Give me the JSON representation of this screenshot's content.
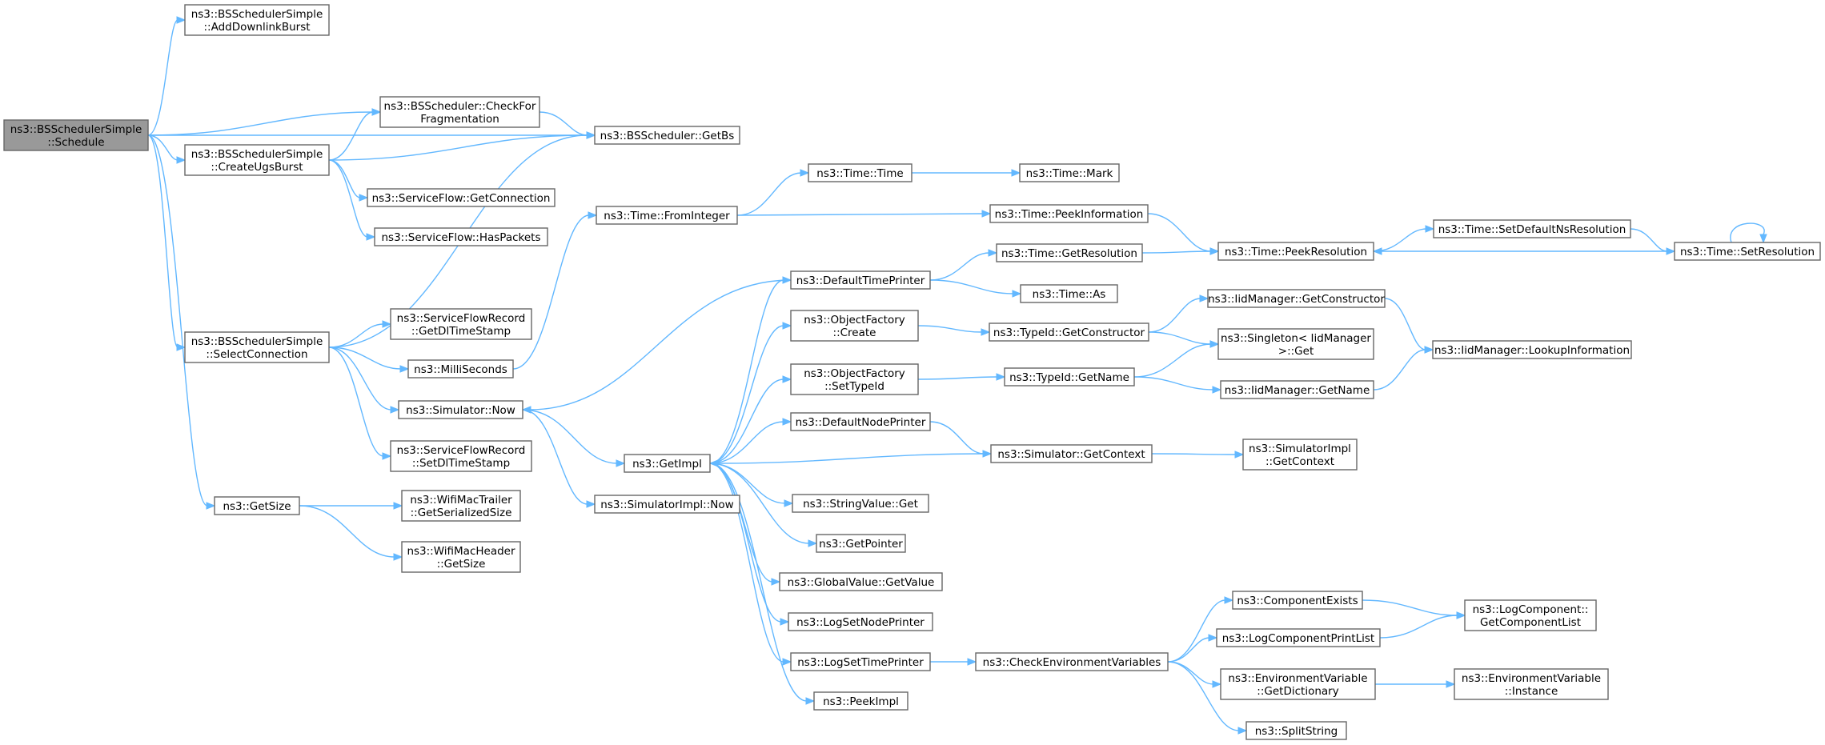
{
  "nodes": [
    {
      "id": "schedule",
      "lines": [
        "ns3::BSSchedulerSimple",
        "::Schedule"
      ],
      "root": true
    },
    {
      "id": "addDownlinkBurst",
      "lines": [
        "ns3::BSSchedulerSimple",
        "::AddDownlinkBurst"
      ]
    },
    {
      "id": "checkForFrag",
      "lines": [
        "ns3::BSScheduler::CheckFor",
        "Fragmentation"
      ]
    },
    {
      "id": "getBs",
      "lines": [
        "ns3::BSScheduler::GetBs"
      ]
    },
    {
      "id": "createUgsBurst",
      "lines": [
        "ns3::BSSchedulerSimple",
        "::CreateUgsBurst"
      ]
    },
    {
      "id": "sfGetConnection",
      "lines": [
        "ns3::ServiceFlow::GetConnection"
      ]
    },
    {
      "id": "sfHasPackets",
      "lines": [
        "ns3::ServiceFlow::HasPackets"
      ]
    },
    {
      "id": "selectConnection",
      "lines": [
        "ns3::BSSchedulerSimple",
        "::SelectConnection"
      ]
    },
    {
      "id": "sfrGetDl",
      "lines": [
        "ns3::ServiceFlowRecord",
        "::GetDlTimeStamp"
      ]
    },
    {
      "id": "milliSeconds",
      "lines": [
        "ns3::MilliSeconds"
      ]
    },
    {
      "id": "simNow",
      "lines": [
        "ns3::Simulator::Now"
      ]
    },
    {
      "id": "sfrSetDl",
      "lines": [
        "ns3::ServiceFlowRecord",
        "::SetDlTimeStamp"
      ]
    },
    {
      "id": "getSize",
      "lines": [
        "ns3::GetSize"
      ]
    },
    {
      "id": "trailerSize",
      "lines": [
        "ns3::WifiMacTrailer",
        "::GetSerializedSize"
      ]
    },
    {
      "id": "headerSize",
      "lines": [
        "ns3::WifiMacHeader",
        "::GetSize"
      ]
    },
    {
      "id": "fromInteger",
      "lines": [
        "ns3::Time::FromInteger"
      ]
    },
    {
      "id": "getImpl",
      "lines": [
        "ns3::GetImpl"
      ]
    },
    {
      "id": "simImplNow",
      "lines": [
        "ns3::SimulatorImpl::Now"
      ]
    },
    {
      "id": "timeTime",
      "lines": [
        "ns3::Time::Time"
      ]
    },
    {
      "id": "timeMark",
      "lines": [
        "ns3::Time::Mark"
      ]
    },
    {
      "id": "peekInformation",
      "lines": [
        "ns3::Time::PeekInformation"
      ]
    },
    {
      "id": "peekResolution",
      "lines": [
        "ns3::Time::PeekResolution"
      ]
    },
    {
      "id": "setDefaultNsRes",
      "lines": [
        "ns3::Time::SetDefaultNsResolution"
      ]
    },
    {
      "id": "setResolution",
      "lines": [
        "ns3::Time::SetResolution"
      ]
    },
    {
      "id": "defaultTimePrinter",
      "lines": [
        "ns3::DefaultTimePrinter"
      ]
    },
    {
      "id": "getResolution",
      "lines": [
        "ns3::Time::GetResolution"
      ]
    },
    {
      "id": "timeAs",
      "lines": [
        "ns3::Time::As"
      ]
    },
    {
      "id": "ofCreate",
      "lines": [
        "ns3::ObjectFactory",
        "::Create"
      ]
    },
    {
      "id": "tidGetConstructor",
      "lines": [
        "ns3::TypeId::GetConstructor"
      ]
    },
    {
      "id": "iidGetConstructor",
      "lines": [
        "ns3::IidManager::GetConstructor"
      ]
    },
    {
      "id": "singletonGet",
      "lines": [
        "ns3::Singleton< IidManager",
        ">::Get"
      ]
    },
    {
      "id": "lookupInformation",
      "lines": [
        "ns3::IidManager::LookupInformation"
      ]
    },
    {
      "id": "ofSetTypeId",
      "lines": [
        "ns3::ObjectFactory",
        "::SetTypeId"
      ]
    },
    {
      "id": "tidGetName",
      "lines": [
        "ns3::TypeId::GetName"
      ]
    },
    {
      "id": "iidGetName",
      "lines": [
        "ns3::IidManager::GetName"
      ]
    },
    {
      "id": "defaultNodePrinter",
      "lines": [
        "ns3::DefaultNodePrinter"
      ]
    },
    {
      "id": "simGetContext",
      "lines": [
        "ns3::Simulator::GetContext"
      ]
    },
    {
      "id": "simImplGetContext",
      "lines": [
        "ns3::SimulatorImpl",
        "::GetContext"
      ]
    },
    {
      "id": "stringValueGet",
      "lines": [
        "ns3::StringValue::Get"
      ]
    },
    {
      "id": "getPointer",
      "lines": [
        "ns3::GetPointer"
      ]
    },
    {
      "id": "gvGetValue",
      "lines": [
        "ns3::GlobalValue::GetValue"
      ]
    },
    {
      "id": "logSetNodePrinter",
      "lines": [
        "ns3::LogSetNodePrinter"
      ]
    },
    {
      "id": "logSetTimePrinter",
      "lines": [
        "ns3::LogSetTimePrinter"
      ]
    },
    {
      "id": "peekImpl",
      "lines": [
        "ns3::PeekImpl"
      ]
    },
    {
      "id": "checkEnvVars",
      "lines": [
        "ns3::CheckEnvironmentVariables"
      ]
    },
    {
      "id": "componentExists",
      "lines": [
        "ns3::ComponentExists"
      ]
    },
    {
      "id": "logComponentPrintList",
      "lines": [
        "ns3::LogComponentPrintList"
      ]
    },
    {
      "id": "getComponentList",
      "lines": [
        "ns3::LogComponent::",
        "GetComponentList"
      ]
    },
    {
      "id": "envGetDictionary",
      "lines": [
        "ns3::EnvironmentVariable",
        "::GetDictionary"
      ]
    },
    {
      "id": "envInstance",
      "lines": [
        "ns3::EnvironmentVariable",
        "::Instance"
      ]
    },
    {
      "id": "splitString",
      "lines": [
        "ns3::SplitString"
      ]
    }
  ],
  "edges": [
    [
      "schedule",
      "addDownlinkBurst"
    ],
    [
      "schedule",
      "getBs"
    ],
    [
      "schedule",
      "checkForFrag"
    ],
    [
      "schedule",
      "createUgsBurst"
    ],
    [
      "schedule",
      "selectConnection"
    ],
    [
      "schedule",
      "getSize"
    ],
    [
      "checkForFrag",
      "getBs"
    ],
    [
      "createUgsBurst",
      "checkForFrag"
    ],
    [
      "createUgsBurst",
      "getBs"
    ],
    [
      "createUgsBurst",
      "sfGetConnection"
    ],
    [
      "createUgsBurst",
      "sfHasPackets"
    ],
    [
      "selectConnection",
      "getBs"
    ],
    [
      "selectConnection",
      "sfrGetDl"
    ],
    [
      "selectConnection",
      "milliSeconds"
    ],
    [
      "selectConnection",
      "simNow"
    ],
    [
      "selectConnection",
      "sfrSetDl"
    ],
    [
      "getSize",
      "trailerSize"
    ],
    [
      "getSize",
      "headerSize"
    ],
    [
      "milliSeconds",
      "fromInteger"
    ],
    [
      "simNow",
      "getImpl"
    ],
    [
      "simNow",
      "simImplNow"
    ],
    [
      "fromInteger",
      "timeTime"
    ],
    [
      "fromInteger",
      "peekInformation"
    ],
    [
      "timeTime",
      "timeMark"
    ],
    [
      "peekInformation",
      "peekResolution"
    ],
    [
      "peekResolution",
      "setDefaultNsRes"
    ],
    [
      "setDefaultNsRes",
      "setResolution"
    ],
    [
      "setResolution",
      "peekResolution"
    ],
    [
      "setResolution",
      "setResolution"
    ],
    [
      "defaultTimePrinter",
      "getResolution"
    ],
    [
      "defaultTimePrinter",
      "timeAs"
    ],
    [
      "defaultTimePrinter",
      "simNow"
    ],
    [
      "getResolution",
      "peekResolution"
    ],
    [
      "getImpl",
      "defaultTimePrinter"
    ],
    [
      "getImpl",
      "ofCreate"
    ],
    [
      "getImpl",
      "ofSetTypeId"
    ],
    [
      "getImpl",
      "defaultNodePrinter"
    ],
    [
      "getImpl",
      "stringValueGet"
    ],
    [
      "getImpl",
      "getPointer"
    ],
    [
      "getImpl",
      "gvGetValue"
    ],
    [
      "getImpl",
      "logSetNodePrinter"
    ],
    [
      "getImpl",
      "logSetTimePrinter"
    ],
    [
      "getImpl",
      "peekImpl"
    ],
    [
      "ofCreate",
      "tidGetConstructor"
    ],
    [
      "tidGetConstructor",
      "iidGetConstructor"
    ],
    [
      "tidGetConstructor",
      "singletonGet"
    ],
    [
      "iidGetConstructor",
      "lookupInformation"
    ],
    [
      "ofSetTypeId",
      "tidGetName"
    ],
    [
      "tidGetName",
      "singletonGet"
    ],
    [
      "tidGetName",
      "iidGetName"
    ],
    [
      "iidGetName",
      "lookupInformation"
    ],
    [
      "defaultNodePrinter",
      "simGetContext"
    ],
    [
      "simGetContext",
      "getImpl"
    ],
    [
      "simGetContext",
      "simImplGetContext"
    ],
    [
      "logSetTimePrinter",
      "checkEnvVars"
    ],
    [
      "checkEnvVars",
      "componentExists"
    ],
    [
      "checkEnvVars",
      "logComponentPrintList"
    ],
    [
      "checkEnvVars",
      "envGetDictionary"
    ],
    [
      "checkEnvVars",
      "splitString"
    ],
    [
      "componentExists",
      "getComponentList"
    ],
    [
      "logComponentPrintList",
      "getComponentList"
    ],
    [
      "envGetDictionary",
      "envInstance"
    ]
  ]
}
